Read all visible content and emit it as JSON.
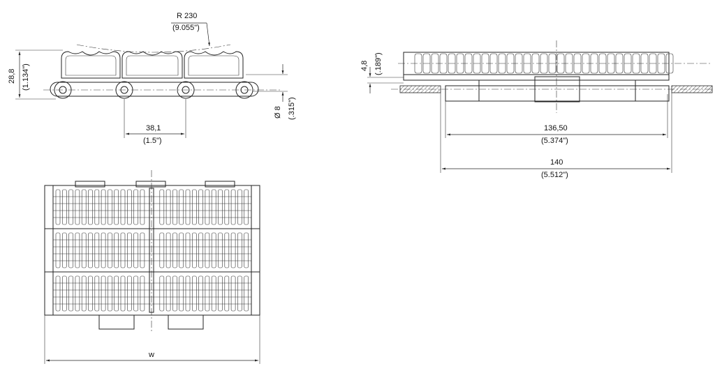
{
  "side_view": {
    "radius_mm": "R 230",
    "radius_in": "(9.055\")",
    "height_mm": "28,8",
    "height_in": "(1.134\")",
    "pitch_mm": "38,1",
    "pitch_in": "(1.5\")",
    "pin_dia_mm": "Ø 8",
    "pin_dia_in": "(.315\")"
  },
  "front_view": {
    "offset_mm": "4,8",
    "offset_in": "(.189\")",
    "inner_width_mm": "136,50",
    "inner_width_in": "(5.374\")",
    "outer_width_mm": "140",
    "outer_width_in": "(5.512\")"
  },
  "top_view": {
    "width_label": "w"
  }
}
